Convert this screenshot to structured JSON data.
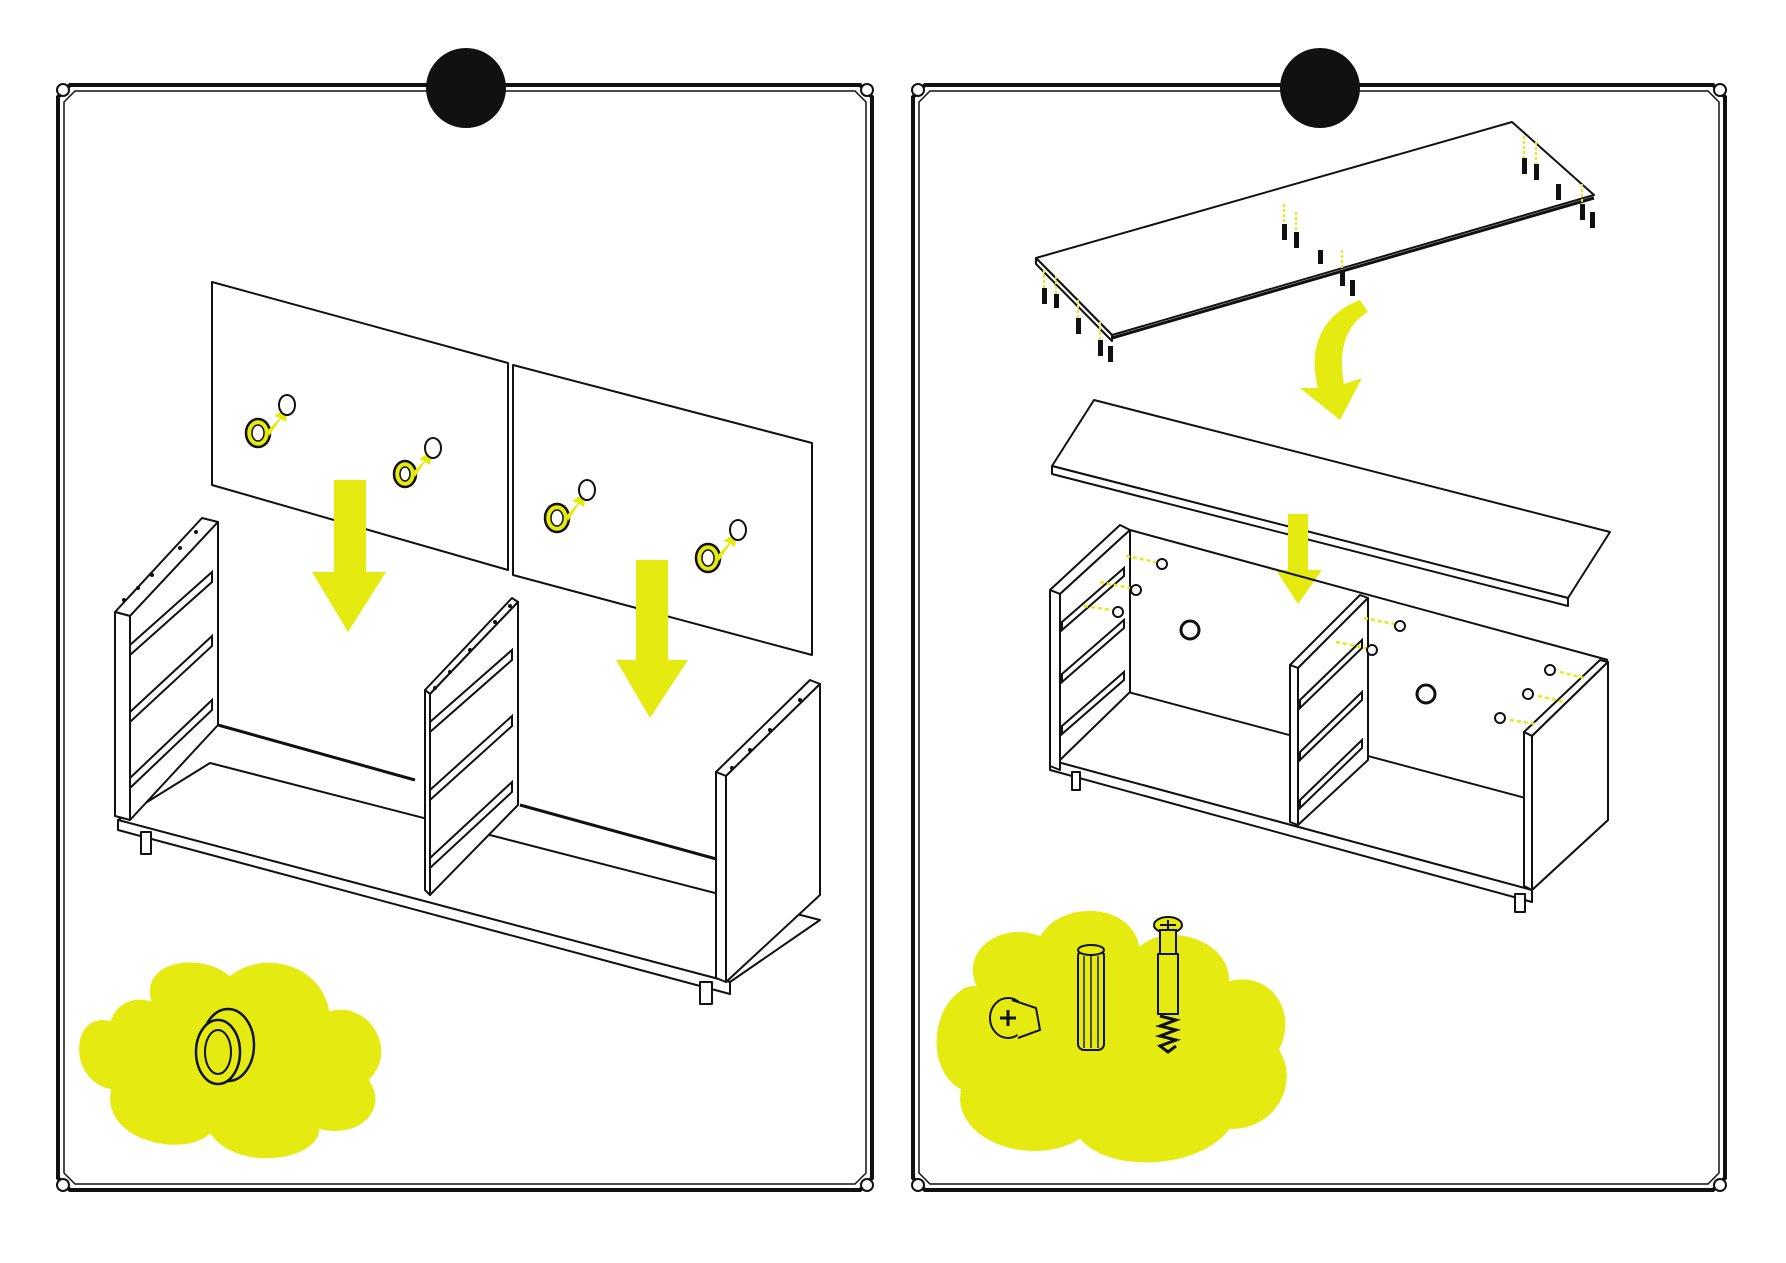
{
  "document": {
    "panels": [
      {
        "step_badge": "",
        "illustration": "drawer-fronts-onto-cabinet-frame",
        "hardware_callout": [
          "knob-ring"
        ]
      },
      {
        "step_badge": "",
        "illustration": "top-panel-onto-cabinet-frame",
        "hardware_callout": [
          "cam-lock",
          "wood-dowel",
          "cam-bolt"
        ]
      }
    ],
    "colors": {
      "accent": "#e5eb10",
      "ink": "#111111",
      "paper": "#ffffff"
    }
  }
}
